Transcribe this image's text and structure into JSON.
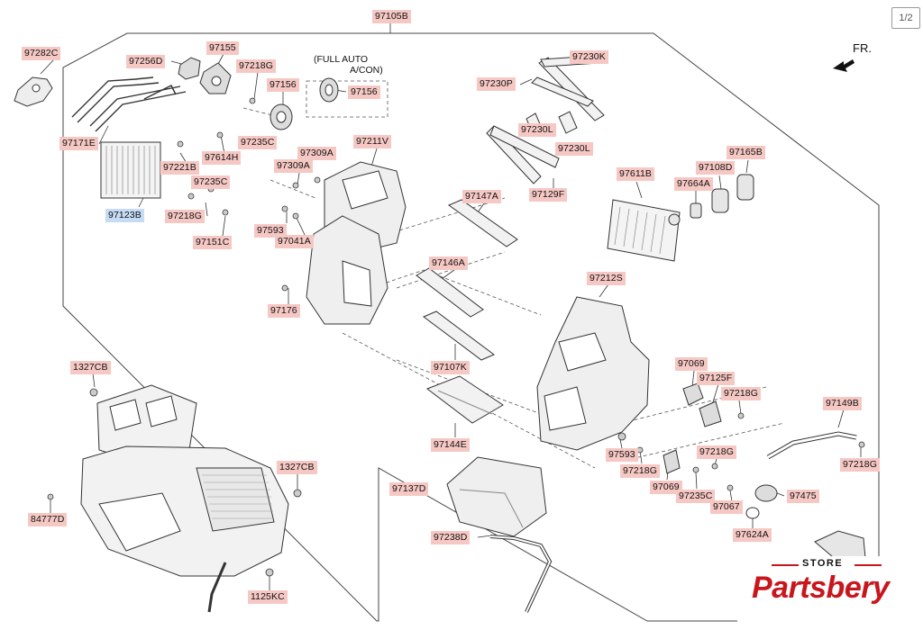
{
  "page_indicator": "1/2",
  "direction_label": "FR.",
  "main_assembly": "97105B",
  "note": {
    "line1": "(FULL AUTO",
    "line2": "A/CON)"
  },
  "labels": {
    "p97282C": "97282C",
    "p97256D": "97256D",
    "p97155": "97155",
    "p97218G_a": "97218G",
    "p97156_a": "97156",
    "p97156_b": "97156",
    "p97230K": "97230K",
    "p97230P": "97230P",
    "p97230L_a": "97230L",
    "p97230L_b": "97230L",
    "p97171E": "97171E",
    "p97235C_a": "97235C",
    "p97221B": "97221B",
    "p97614H": "97614H",
    "p97309A_a": "97309A",
    "p97309A_b": "97309A",
    "p97211V": "97211V",
    "p97129F": "97129F",
    "p97611B": "97611B",
    "p97108D": "97108D",
    "p97165B": "97165B",
    "p97664A": "97664A",
    "p97235C_b": "97235C",
    "p97123B": "97123B",
    "p97218G_b": "97218G",
    "p97147A": "97147A",
    "p97593_a": "97593",
    "p97041A": "97041A",
    "p97151C": "97151C",
    "p97146A": "97146A",
    "p97212S": "97212S",
    "p97176": "97176",
    "p97069_a": "97069",
    "p1327CB_a": "1327CB",
    "p97107K": "97107K",
    "p97125F": "97125F",
    "p97218G_c": "97218G",
    "p97149B": "97149B",
    "p97144E": "97144E",
    "p97593_b": "97593",
    "p97218G_d": "97218G",
    "p1327CB_b": "1327CB",
    "p97218G_e": "97218G",
    "p97218G_f": "97218G",
    "p97137D": "97137D",
    "p97069_b": "97069",
    "p97235C_c": "97235C",
    "p97475": "97475",
    "p97067": "97067",
    "p84777D": "84777D",
    "p97238D": "97238D",
    "p97624A": "97624A",
    "p1125KC": "1125KC"
  },
  "brand": {
    "top": "STORE",
    "name": "Partsbery"
  },
  "colors": {
    "label_bg": "#f6c8c4",
    "highlight_bg": "#c6dcf5",
    "brand_red": "#c8161d",
    "line": "#333333"
  },
  "icons": [
    "forward-arrow-icon"
  ]
}
